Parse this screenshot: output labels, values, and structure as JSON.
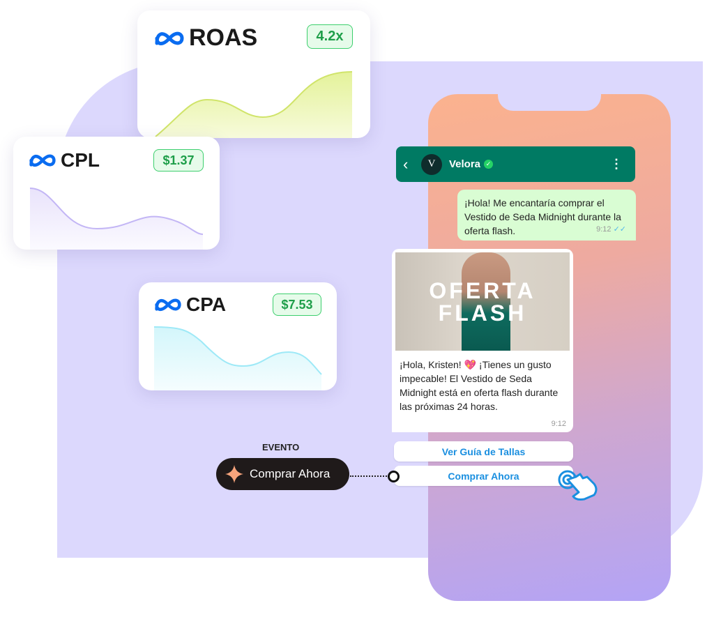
{
  "metrics": [
    {
      "name": "ROAS",
      "value": "4.2x",
      "color": "#d9ec7c"
    },
    {
      "name": "CPL",
      "value": "$1.37",
      "color": "#c3b6f5"
    },
    {
      "name": "CPA",
      "value": "$7.53",
      "color": "#9ee9f7"
    }
  ],
  "chat": {
    "contact": "Velora",
    "avatar_letter": "V",
    "outgoing": {
      "text": "¡Hola! Me encantaría comprar el Vestido de Seda Midnight durante la oferta flash.",
      "time": "9:12"
    },
    "incoming": {
      "image_line1": "OFERTA",
      "image_line2": "FLASH",
      "text": "¡Hola, Kristen! 💖 ¡Tienes un gusto impecable! El Vestido de Seda Midnight está en oferta flash durante las próximas 24 horas.",
      "time": "9:12"
    },
    "buttons": [
      "Ver Guía de Tallas",
      "Comprar Ahora"
    ]
  },
  "event": {
    "label": "EVENTO",
    "name": "Comprar Ahora"
  },
  "colors": {
    "header": "#007a63",
    "outgoing": "#d9fdd3",
    "link": "#1a8fe0"
  }
}
